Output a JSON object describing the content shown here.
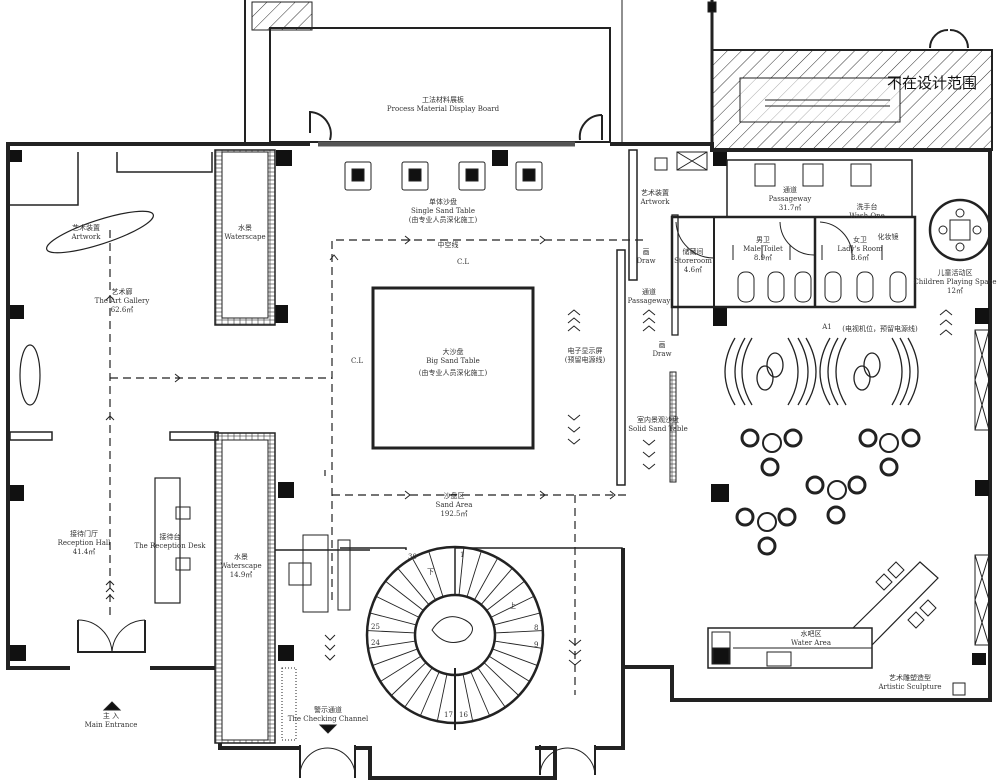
{
  "labels": {
    "process_board": {
      "zh": "工法材料展板",
      "en": "Process Material Display Board"
    },
    "out_of_scope": "不在设计范围",
    "artwork_left": {
      "zh": "艺术装置",
      "en": "Artwork"
    },
    "waterscape_top": {
      "zh": "水景",
      "en": "Waterscape"
    },
    "art_gallery": {
      "zh": "艺术廊",
      "en": "The Art Gallery",
      "area": "62.6㎡"
    },
    "single_sand_table": {
      "zh": "单体沙盘",
      "en": "Single Sand Table",
      "note": "(由专业人员深化施工)"
    },
    "void_line": "中空线",
    "cl_top": "C.L",
    "cl_left": "C.L",
    "big_sand_table": {
      "zh": "大沙盘",
      "en": "Big Sand Table",
      "note": "(由专业人员深化施工)"
    },
    "e_display": {
      "zh": "电子显示屏",
      "note": "(预留电源线)"
    },
    "artwork_right": {
      "zh": "艺术装置",
      "en": "Artwork"
    },
    "draw_1": {
      "zh": "画",
      "en": "Draw"
    },
    "draw_2": {
      "zh": "画",
      "en": "Draw"
    },
    "storeroom": {
      "zh": "储藏间",
      "en": "Storeroom",
      "area": "4.6㎡"
    },
    "passageway_wc": {
      "zh": "通道",
      "en": "Passageway",
      "area": "31.7㎡"
    },
    "wash_one": {
      "zh": "洗手台",
      "en": "Wash One"
    },
    "male_toilet": {
      "zh": "男卫",
      "en": "Male Toilet",
      "area": "8.9㎡"
    },
    "ladys_room": {
      "zh": "女卫",
      "en": "Lady's Room",
      "area": "8.6㎡"
    },
    "mirror": "化妆镜",
    "children_space": {
      "zh": "儿童活动区",
      "en": "Children Playing Space",
      "area": "12㎡"
    },
    "passageway_2": {
      "zh": "通道",
      "en": "Passageway"
    },
    "a1": "A1",
    "tv_note": "(电视机位，预留电源线)",
    "solid_sand_table": {
      "zh": "室内景观沙盘",
      "en": "Solid Sand Table"
    },
    "sand_area": {
      "zh": "沙盘区",
      "en": "Sand Area",
      "area": "192.5㎡"
    },
    "reception_hall": {
      "zh": "接待门厅",
      "en": "Reception Hall",
      "area": "41.4㎡"
    },
    "reception_desk": {
      "zh": "接待台",
      "en": "The Reception Desk"
    },
    "waterscape_bottom": {
      "zh": "水景",
      "en": "Waterscape",
      "area": "14.9㎡"
    },
    "main_entrance": {
      "zh": "主 入",
      "en": "Main Entrance"
    },
    "checking_channel": {
      "zh": "警示通道",
      "en": "The Checking Channel"
    },
    "water_area": {
      "zh": "水吧区",
      "en": "Water Area"
    },
    "artistic_sculpture": {
      "zh": "艺术雕塑造型",
      "en": "Artistic Sculpture"
    }
  },
  "stair": {
    "s30": "30",
    "down": "下",
    "s1": "1",
    "up": "上",
    "s25": "25",
    "s24": "24",
    "s8": "8",
    "s9": "9",
    "s17": "17",
    "s16": "16"
  }
}
